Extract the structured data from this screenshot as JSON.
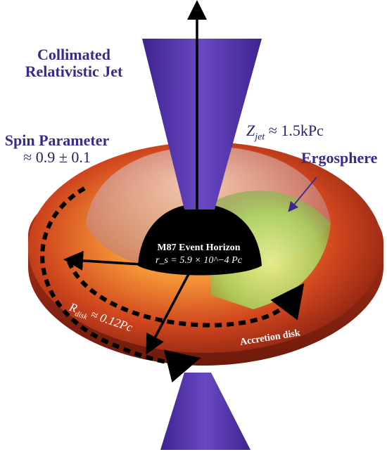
{
  "labels": {
    "jet": "Collimated Relativistic Jet",
    "spin_title": "Spin Parameter",
    "spin_value": "≈ 0.9 ± 0.1",
    "zjet": "Z",
    "zjet_sub": "jet",
    "zjet_value": " ≈ 1.5kPc",
    "ergosphere": "Ergosphere",
    "event_horizon_title": "M87 Event Horizon",
    "event_horizon_value": "r_s = 5.9 × 10^−4 Pc",
    "rdisk": "R",
    "rdisk_sub": "disk",
    "rdisk_value": " ≈ 0.12Pc",
    "accretion_disk": "Accretion disk"
  },
  "colors": {
    "jet": "#5a3bb0",
    "jet_dark": "#3d238a",
    "disk_outer": "#b8321a",
    "disk_inner": "#f29a3a",
    "ergosphere": "#d8b0b0",
    "ergosphere_highlight": "#b8f06a",
    "horizon": "#000000",
    "label_purple": "#3a2a8c"
  },
  "icons": [
    "arrow-up-icon",
    "arrow-left-icon",
    "arrow-down-left-icon",
    "curved-dashed-arrow-icon"
  ]
}
